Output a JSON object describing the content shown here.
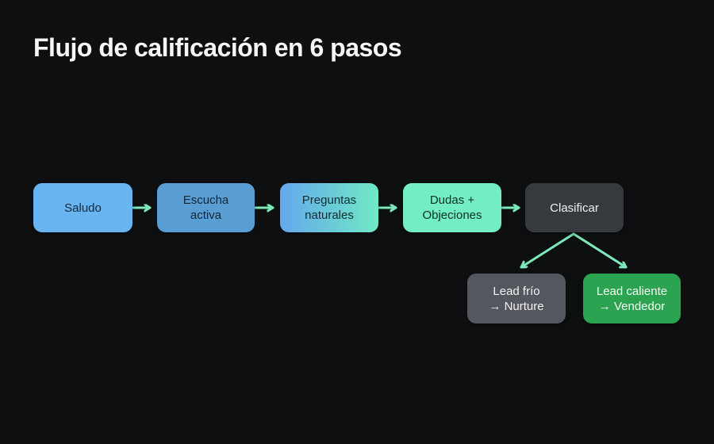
{
  "title": "Flujo de calificación en 6 pasos",
  "flow": {
    "steps": [
      {
        "id": "saludo",
        "line1": "Saludo",
        "line2": ""
      },
      {
        "id": "escucha",
        "line1": "Escucha",
        "line2": "activa"
      },
      {
        "id": "preguntas",
        "line1": "Preguntas",
        "line2": "naturales"
      },
      {
        "id": "dudas",
        "line1": "Dudas +",
        "line2": "Objeciones"
      },
      {
        "id": "clasificar",
        "line1": "Clasificar",
        "line2": ""
      }
    ],
    "outcomes": [
      {
        "id": "lead-frio",
        "line1": "Lead frío",
        "line2": "→ Nurture"
      },
      {
        "id": "lead-caliente",
        "line1": "Lead caliente",
        "line2": "→ Vendedor"
      }
    ]
  },
  "colors": {
    "background": "#0d0f11",
    "title_text": "#f5f6f7",
    "arrow": "#7de9b9",
    "node_saludo": "#68b5f2",
    "node_escucha": "#599dd3",
    "node_preguntas_gradient_start": "#64a8ec",
    "node_preguntas_gradient_end": "#6fe9c5",
    "node_dudas": "#73eec4",
    "node_clasificar": "#36393e",
    "node_lead_frio": "#54575e",
    "node_lead_caliente": "#2ba350"
  }
}
